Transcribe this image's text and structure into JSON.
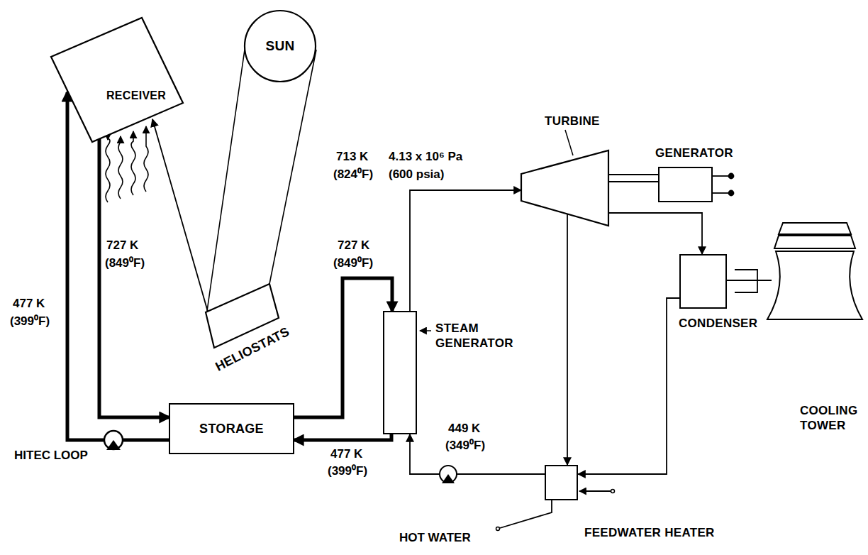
{
  "diagram": {
    "nodes": [
      {
        "text": [
          "RECEIVER"
        ]
      },
      {
        "text": [
          "SUN"
        ]
      },
      {
        "text": [
          "HELIOSTATS"
        ]
      },
      {
        "text": [
          "STORAGE"
        ]
      },
      {
        "text": [
          "STEAM GENERATOR"
        ]
      },
      {
        "text": [
          "TURBINE"
        ]
      },
      {
        "text": [
          "GENERATOR"
        ]
      },
      {
        "text": [
          "CONDENSER"
        ]
      },
      {
        "text": [
          "COOLING TOWER"
        ]
      },
      {
        "text": [
          "FEEDWATER HEATER"
        ]
      }
    ],
    "edges": [
      {
        "from": 1,
        "to": 2,
        "arrow": "none"
      },
      {
        "from": 2,
        "to": 0,
        "arrow": "to"
      },
      {
        "from": 0,
        "to": 3,
        "arrow": "to"
      },
      {
        "from": 3,
        "to": 0,
        "arrow": "to"
      },
      {
        "from": 3,
        "to": 4,
        "arrow": "to"
      },
      {
        "from": 4,
        "to": 3,
        "arrow": "to"
      },
      {
        "from": 4,
        "to": 5,
        "arrow": "to"
      },
      {
        "from": 5,
        "to": 6,
        "arrow": "none"
      },
      {
        "from": 5,
        "to": 7,
        "arrow": "to"
      },
      {
        "from": 5,
        "to": 9,
        "arrow": "to"
      },
      {
        "from": 7,
        "to": 8,
        "arrow": "none"
      },
      {
        "from": 7,
        "to": 9,
        "arrow": "to"
      },
      {
        "from": 9,
        "to": 4,
        "arrow": "to"
      }
    ],
    "labels": [
      "477 K",
      "(399⁰F)",
      "727 K",
      "(849⁰F)",
      "713 K",
      "(824⁰F)",
      "4.13 x 10⁶ Pa",
      "(600 psia)",
      "727 K",
      "(849⁰F)",
      "449 K",
      "(349⁰F)",
      "HITEC LOOP",
      "477 K",
      "(399⁰F)",
      "HOT WATER"
    ]
  }
}
